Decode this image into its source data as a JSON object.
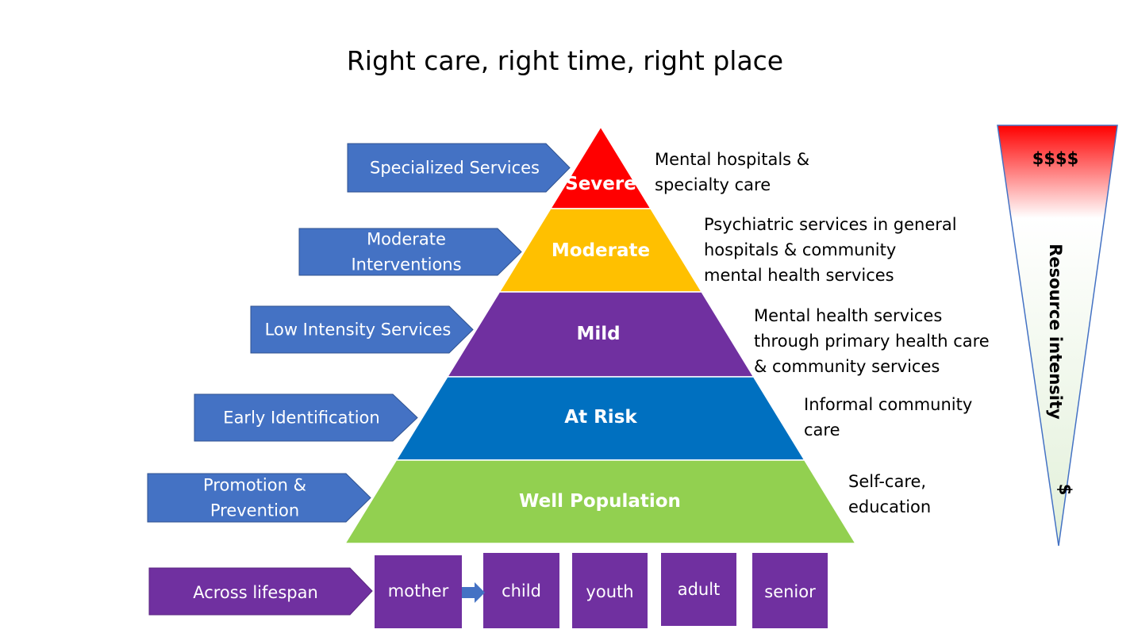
{
  "title": "Right care, right time, right place",
  "levels": [
    {
      "service": [
        "Specialized Services"
      ],
      "tier": "Severe",
      "description": [
        "Mental hospitals &",
        "specialty care"
      ],
      "color": "#ff0000"
    },
    {
      "service": [
        "Moderate",
        "Interventions"
      ],
      "tier": "Moderate",
      "description": [
        "Psychiatric services in general",
        "hospitals & community",
        "mental health services"
      ],
      "color": "#ffc000"
    },
    {
      "service": [
        "Low Intensity Services"
      ],
      "tier": "Mild",
      "description": [
        "Mental health services",
        "through primary health care",
        "& community services"
      ],
      "color": "#7030a0"
    },
    {
      "service": [
        "Early Identification"
      ],
      "tier": "At Risk",
      "description": [
        "Informal community",
        "care"
      ],
      "color": "#0070c0"
    },
    {
      "service": [
        "Promotion &",
        "Prevention"
      ],
      "tier": "Well Population",
      "description": [
        "Self-care,",
        "education"
      ],
      "color": "#92d050"
    }
  ],
  "lifespan": {
    "label": "Across lifespan",
    "stages": [
      "mother",
      "child",
      "youth",
      "adult",
      "senior"
    ],
    "color": "#7030a0"
  },
  "resource_gauge": {
    "label": "Resource intensity",
    "high": "$$$$",
    "low": "$",
    "top_color": "#ff0000",
    "bottom_color": "#e2f0d9"
  },
  "service_arrow_color": "#4472c4"
}
